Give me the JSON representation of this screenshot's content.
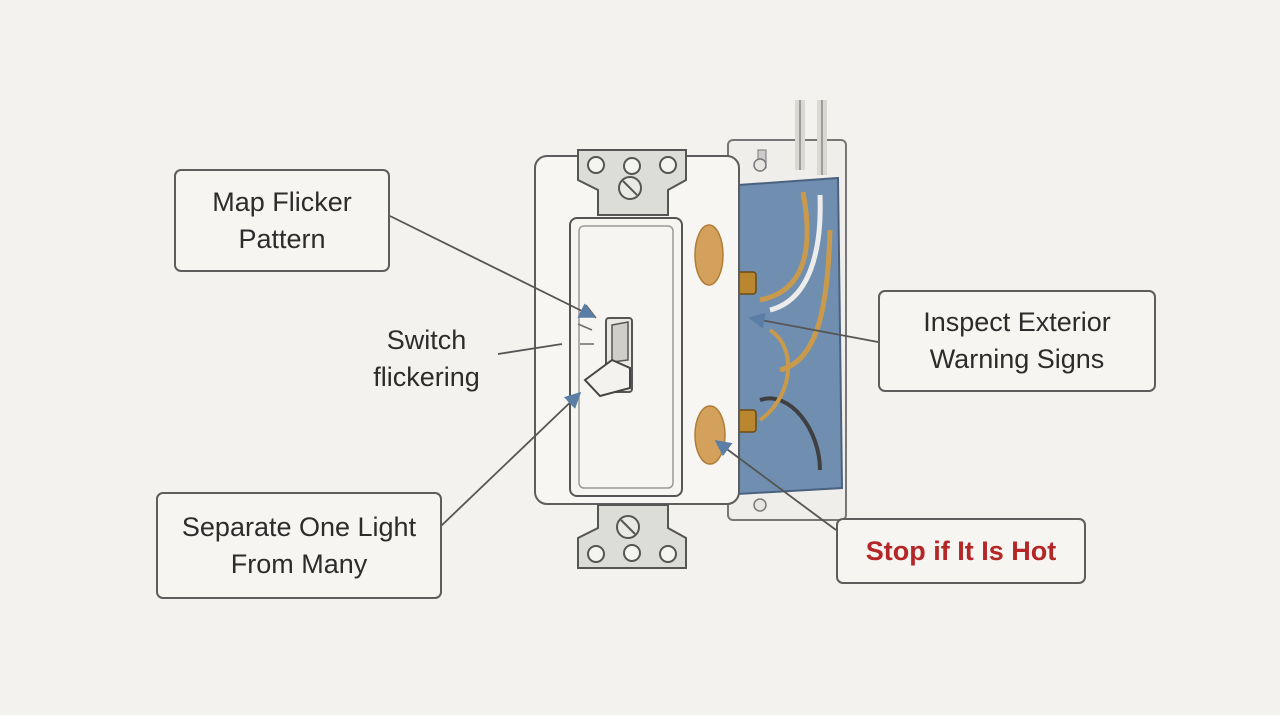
{
  "callouts": {
    "map_flicker": "Map Flicker\nPattern",
    "switch_flickering": "Switch\nflickering",
    "inspect_exterior": "Inspect Exterior\nWarning Signs",
    "separate_one_light": "Separate One Light\nFrom Many",
    "stop_if_hot": "Stop if It Is Hot"
  },
  "colors": {
    "background": "#f3f2ee",
    "line": "#5d5d5d",
    "plate": "#f7f6f2",
    "box_blue": "#6f8eb0",
    "wire_copper": "#c99a4c",
    "heat_spot": "#d4a15c",
    "arrow_head": "#5b7ea6",
    "warning_text": "#b52626"
  },
  "icons": [
    "toggle-switch-icon",
    "junction-box-icon",
    "heat-spot-icon",
    "arrow-icon"
  ]
}
